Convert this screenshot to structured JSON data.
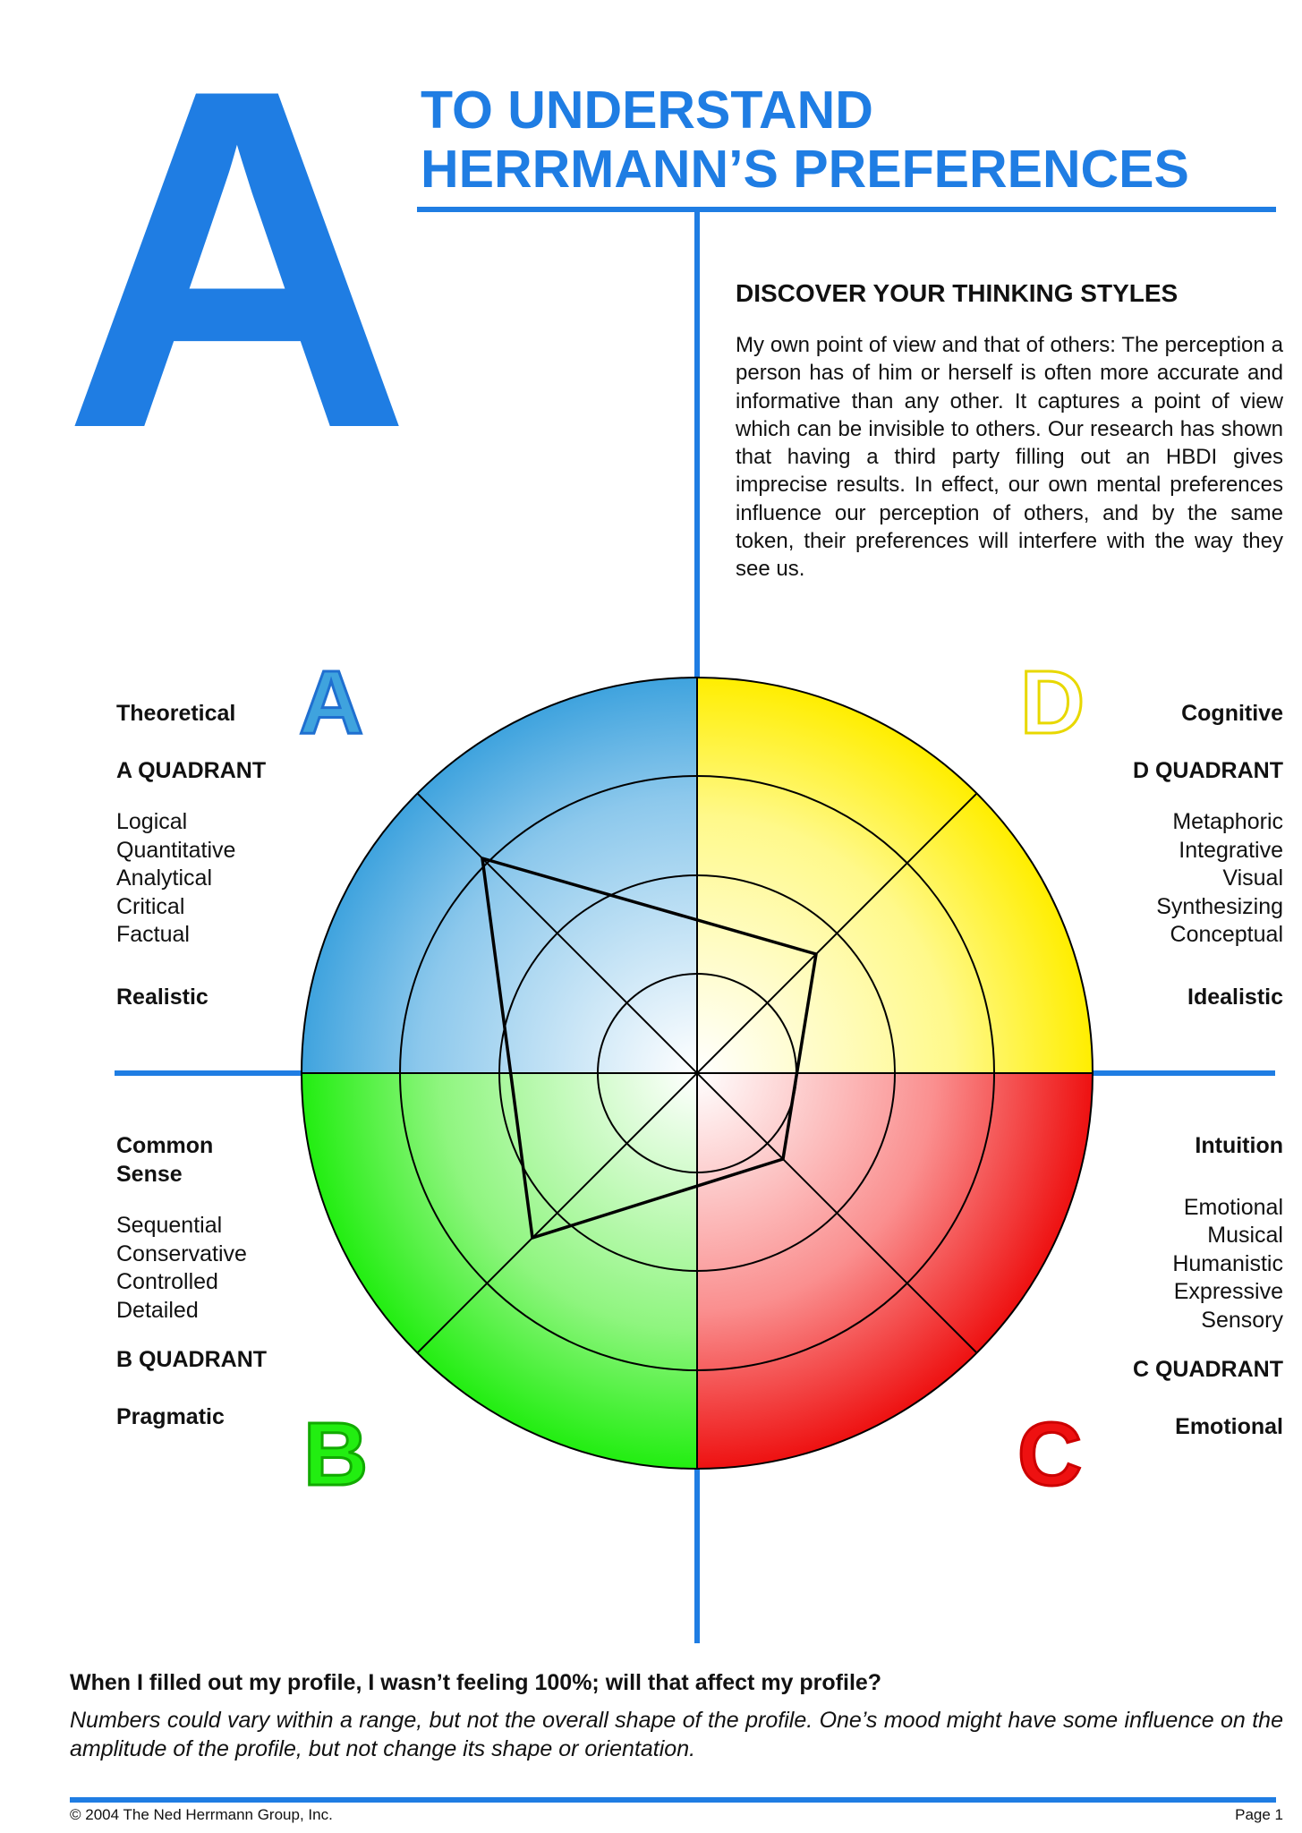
{
  "header": {
    "big_letter": "A",
    "title_line1": "TO UNDERSTAND",
    "title_line2": "HERRMANN’S PREFERENCES"
  },
  "intro": {
    "heading": "DISCOVER YOUR THINKING STYLES",
    "text": "My own point of view and that of others: The perception a person has of him or herself is often more accurate and informative than any other. It captures a point of view which can be invisible to others. Our research has shown that having a third party filling out an HBDI gives imprecise results. In effect, our own mental preferences influence our perception of others, and by the same token, their preferences will interfere with the way they see us."
  },
  "quadrants": {
    "A": {
      "letter": "A",
      "color": "#1f7de3",
      "top": "Theoretical",
      "name": "A QUADRANT",
      "items": [
        "Logical",
        "Quantitative",
        "Analytical",
        "Critical",
        "Factual"
      ],
      "bottom": "Realistic"
    },
    "D": {
      "letter": "D",
      "color": "#ffee00",
      "top": "Cognitive",
      "name": "D QUADRANT",
      "items": [
        "Metaphoric",
        "Integrative",
        "Visual",
        "Synthesizing",
        "Conceptual"
      ],
      "bottom": "Idealistic"
    },
    "B": {
      "letter": "B",
      "color": "#22dd11",
      "top_line1": "Common",
      "top_line2": "Sense",
      "items": [
        "Sequential",
        "Conservative",
        "Controlled",
        "Detailed"
      ],
      "name": "B QUADRANT",
      "bottom": "Pragmatic"
    },
    "C": {
      "letter": "C",
      "color": "#ee1111",
      "top": "Intuition",
      "items": [
        "Emotional",
        "Musical",
        "Humanistic",
        "Expressive",
        "Sensory"
      ],
      "name": "C QUADRANT",
      "bottom": "Emotional"
    }
  },
  "faq": {
    "question": "When I filled out my profile, I wasn’t feeling 100%; will that affect my profile?",
    "answer": "Numbers could vary within a range, but not the overall shape of the profile. One’s mood might have some influence on the amplitude of the profile, but not change its shape or orientation."
  },
  "footer": {
    "copyright": "© 2004 The Ned Herrmann Group, Inc.",
    "page": "Page 1"
  },
  "colors": {
    "accent": "#1f7de3",
    "quadrant_a": "#3fa3de",
    "quadrant_d": "#ffee00",
    "quadrant_b": "#22ee11",
    "quadrant_c": "#ee1111"
  }
}
